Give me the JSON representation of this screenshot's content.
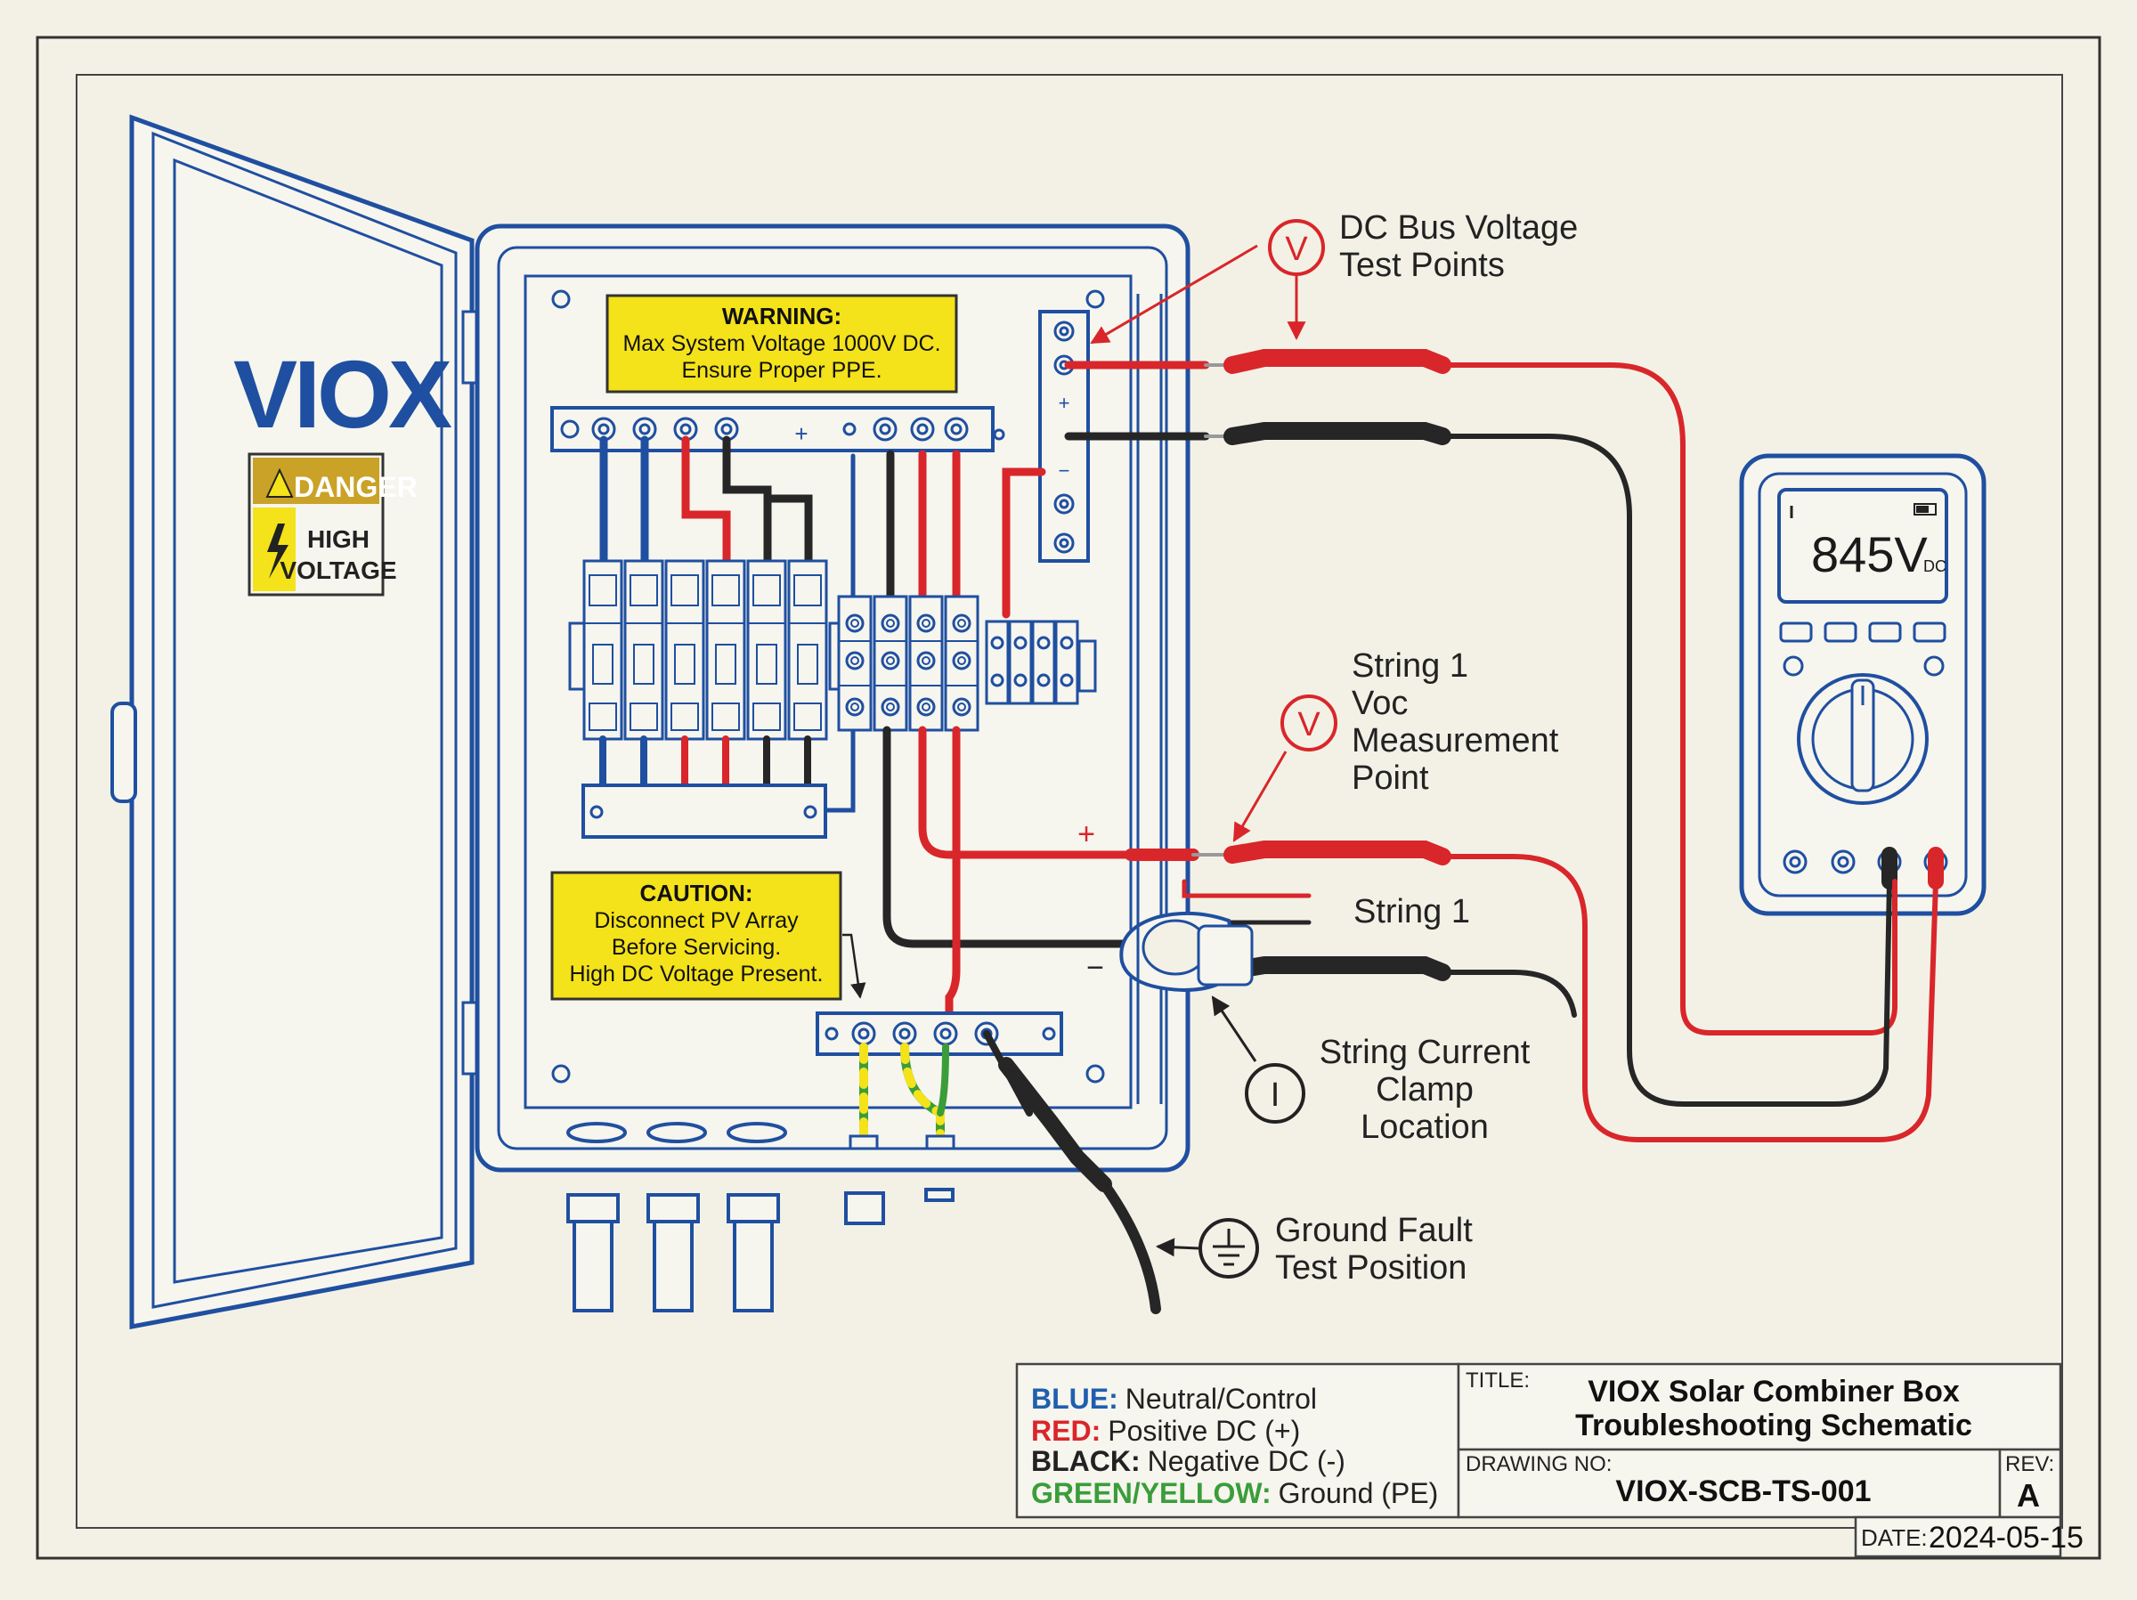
{
  "brand": {
    "logo": "VIOX"
  },
  "danger_label": {
    "title": "DANGER",
    "line1": "HIGH",
    "line2": "VOLTAGE"
  },
  "warning_label": {
    "title": "WARNING:",
    "line1": "Max System Voltage 1000V DC.",
    "line2": "Ensure Proper PPE."
  },
  "caution_label": {
    "title": "CAUTION:",
    "line1": "Disconnect PV Array",
    "line2": "Before Servicing.",
    "line3": "High DC Voltage Present."
  },
  "meter": {
    "reading": "845V",
    "unit": "DC"
  },
  "symbols": {
    "voltage": "V",
    "current": "I"
  },
  "polarity": {
    "plus": "+",
    "minus": "−"
  },
  "callouts": {
    "dc_bus": [
      "DC Bus Voltage",
      "Test Points"
    ],
    "string_voc": [
      "String 1",
      "Voc",
      "Measurement",
      "Point"
    ],
    "string_name": "String 1",
    "clamp": [
      "String Current",
      "Clamp",
      "Location"
    ],
    "ground": [
      "Ground Fault",
      "Test Position"
    ]
  },
  "legend": [
    {
      "key": "BLUE:",
      "desc": "Neutral/Control",
      "color": "#1f5fae"
    },
    {
      "key": "RED:",
      "desc": "Positive DC (+)",
      "color": "#d9262a"
    },
    {
      "key": "BLACK:",
      "desc": "Negative DC (-)",
      "color": "#222222"
    },
    {
      "key": "GREEN/YELLOW:",
      "desc": "Ground (PE)",
      "color": "#3a9d3a"
    }
  ],
  "title_block": {
    "title_label": "TITLE:",
    "title_line1": "VIOX Solar Combiner Box",
    "title_line2": "Troubleshooting Schematic",
    "drawing_label": "DRAWING NO:",
    "drawing_no": "VIOX-SCB-TS-001",
    "rev_label": "REV:",
    "rev": "A",
    "date_label": "DATE:",
    "date": "2024-05-15"
  },
  "colors": {
    "blue": "#1f4fa0",
    "red": "#d9262a",
    "black": "#262626",
    "yellow": "#f4e21a",
    "paper": "#f3f1e6"
  }
}
